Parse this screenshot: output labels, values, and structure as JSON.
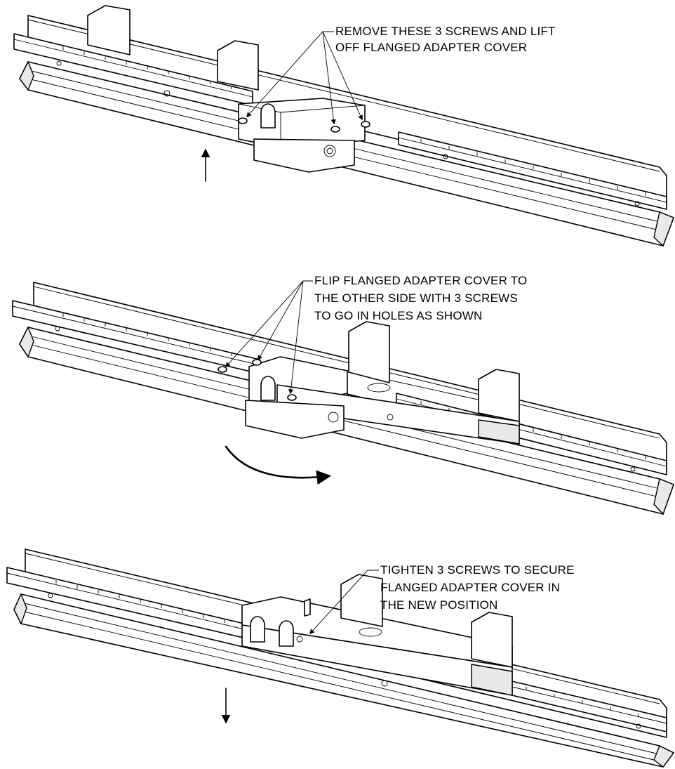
{
  "steps": [
    {
      "id": "step-1",
      "note_lines": [
        "REMOVE THESE 3 SCREWS AND LIFT",
        "OFF FLANGED ADAPTER COVER"
      ],
      "motion": "up-arrow",
      "icon": "up-arrow-icon"
    },
    {
      "id": "step-2",
      "note_lines": [
        "FLIP FLANGED ADAPTER COVER TO",
        "THE OTHER SIDE WITH 3 SCREWS",
        "TO GO IN HOLES AS SHOWN"
      ],
      "motion": "flip-arrow",
      "icon": "curved-flip-arrow-icon"
    },
    {
      "id": "step-3",
      "note_lines": [
        "TIGHTEN 3 SCREWS TO SECURE",
        "FLANGED ADAPTER COVER IN",
        "THE NEW POSITION"
      ],
      "motion": "down-arrow",
      "icon": "down-arrow-icon"
    }
  ],
  "colors": {
    "line": "#000000",
    "background": "#ffffff",
    "shade": "#e9e9e9"
  }
}
